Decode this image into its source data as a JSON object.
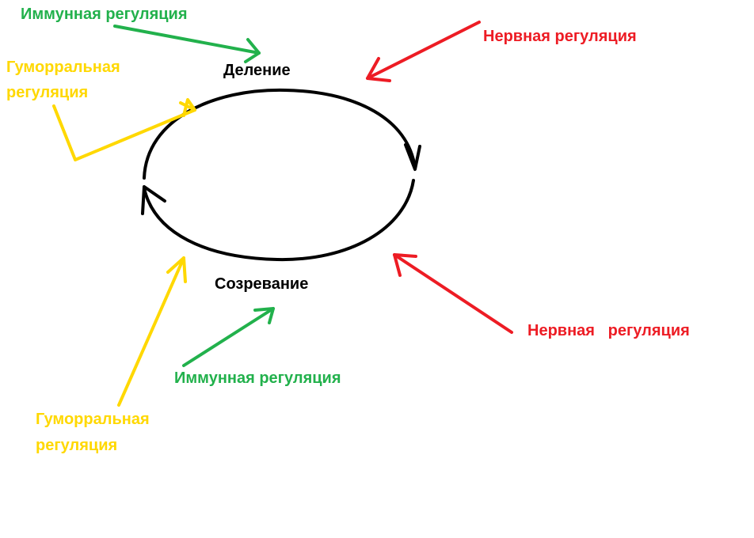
{
  "colors": {
    "immune": "#22b14c",
    "nervous": "#ed1c24",
    "humoral": "#ffd800",
    "cycle": "#000000"
  },
  "cycle": {
    "top_stage": "Деление",
    "bottom_stage": "Созревание"
  },
  "labels": {
    "immune_top": "Иммунная регуляция",
    "immune_bottom": "Иммунная регуляция",
    "nervous_top": "Нервная регуляция",
    "nervous_bottom": "Нервная   регуляция",
    "humoral_top_line1": "Гуморральная",
    "humoral_top_line2": "регуляция",
    "humoral_bottom_line1": "Гуморральная",
    "humoral_bottom_line2": "регуляция"
  }
}
